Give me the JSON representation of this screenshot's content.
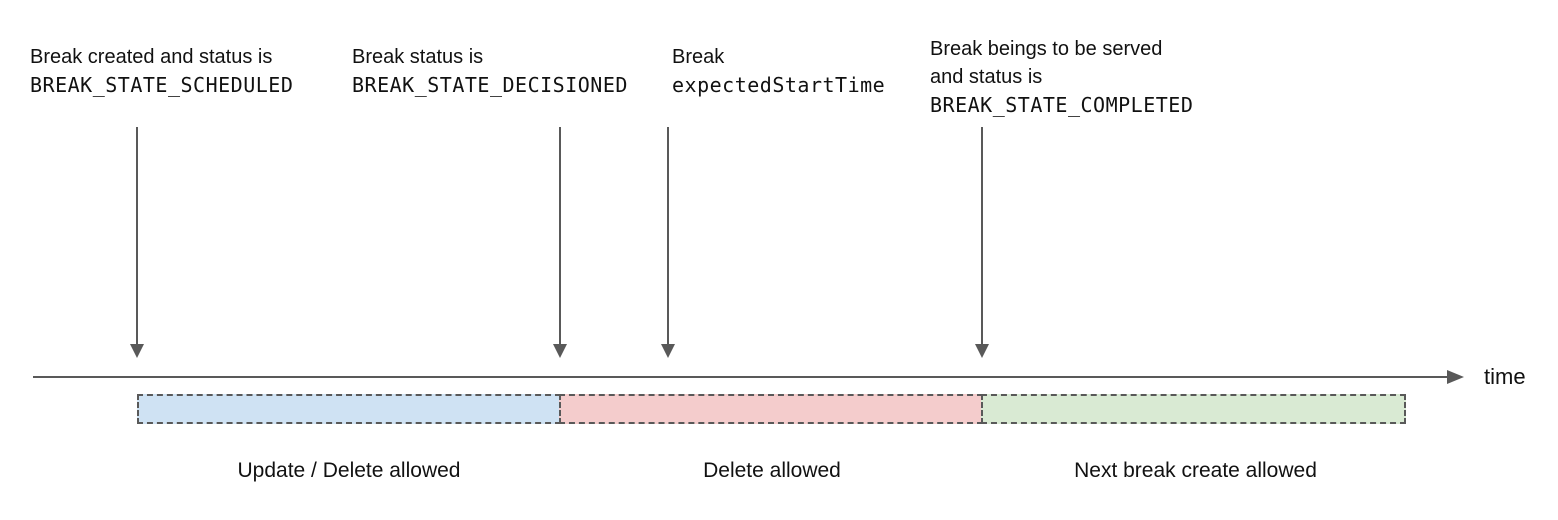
{
  "annotations": [
    {
      "name": "break-scheduled",
      "lines": [
        "Break created and status is",
        "BREAK_STATE_SCHEDULED"
      ]
    },
    {
      "name": "break-decisioned",
      "lines": [
        "Break status is",
        "BREAK_STATE_DECISIONED"
      ]
    },
    {
      "name": "break-expected-start",
      "lines": [
        "Break",
        "expectedStartTime"
      ]
    },
    {
      "name": "break-completed",
      "lines": [
        "Break beings to be served",
        "and status is",
        "BREAK_STATE_COMPLETED"
      ]
    }
  ],
  "timeline": {
    "label": "time",
    "line_color": "#595959"
  },
  "segments": [
    {
      "label": "Update / Delete allowed",
      "color": "#cfe2f3"
    },
    {
      "label": "Delete allowed",
      "color": "#f4cccc"
    },
    {
      "label": "Next break create allowed",
      "color": "#d9ead3"
    }
  ],
  "colors": {
    "text": "#111111",
    "dashed_border": "#595959"
  }
}
